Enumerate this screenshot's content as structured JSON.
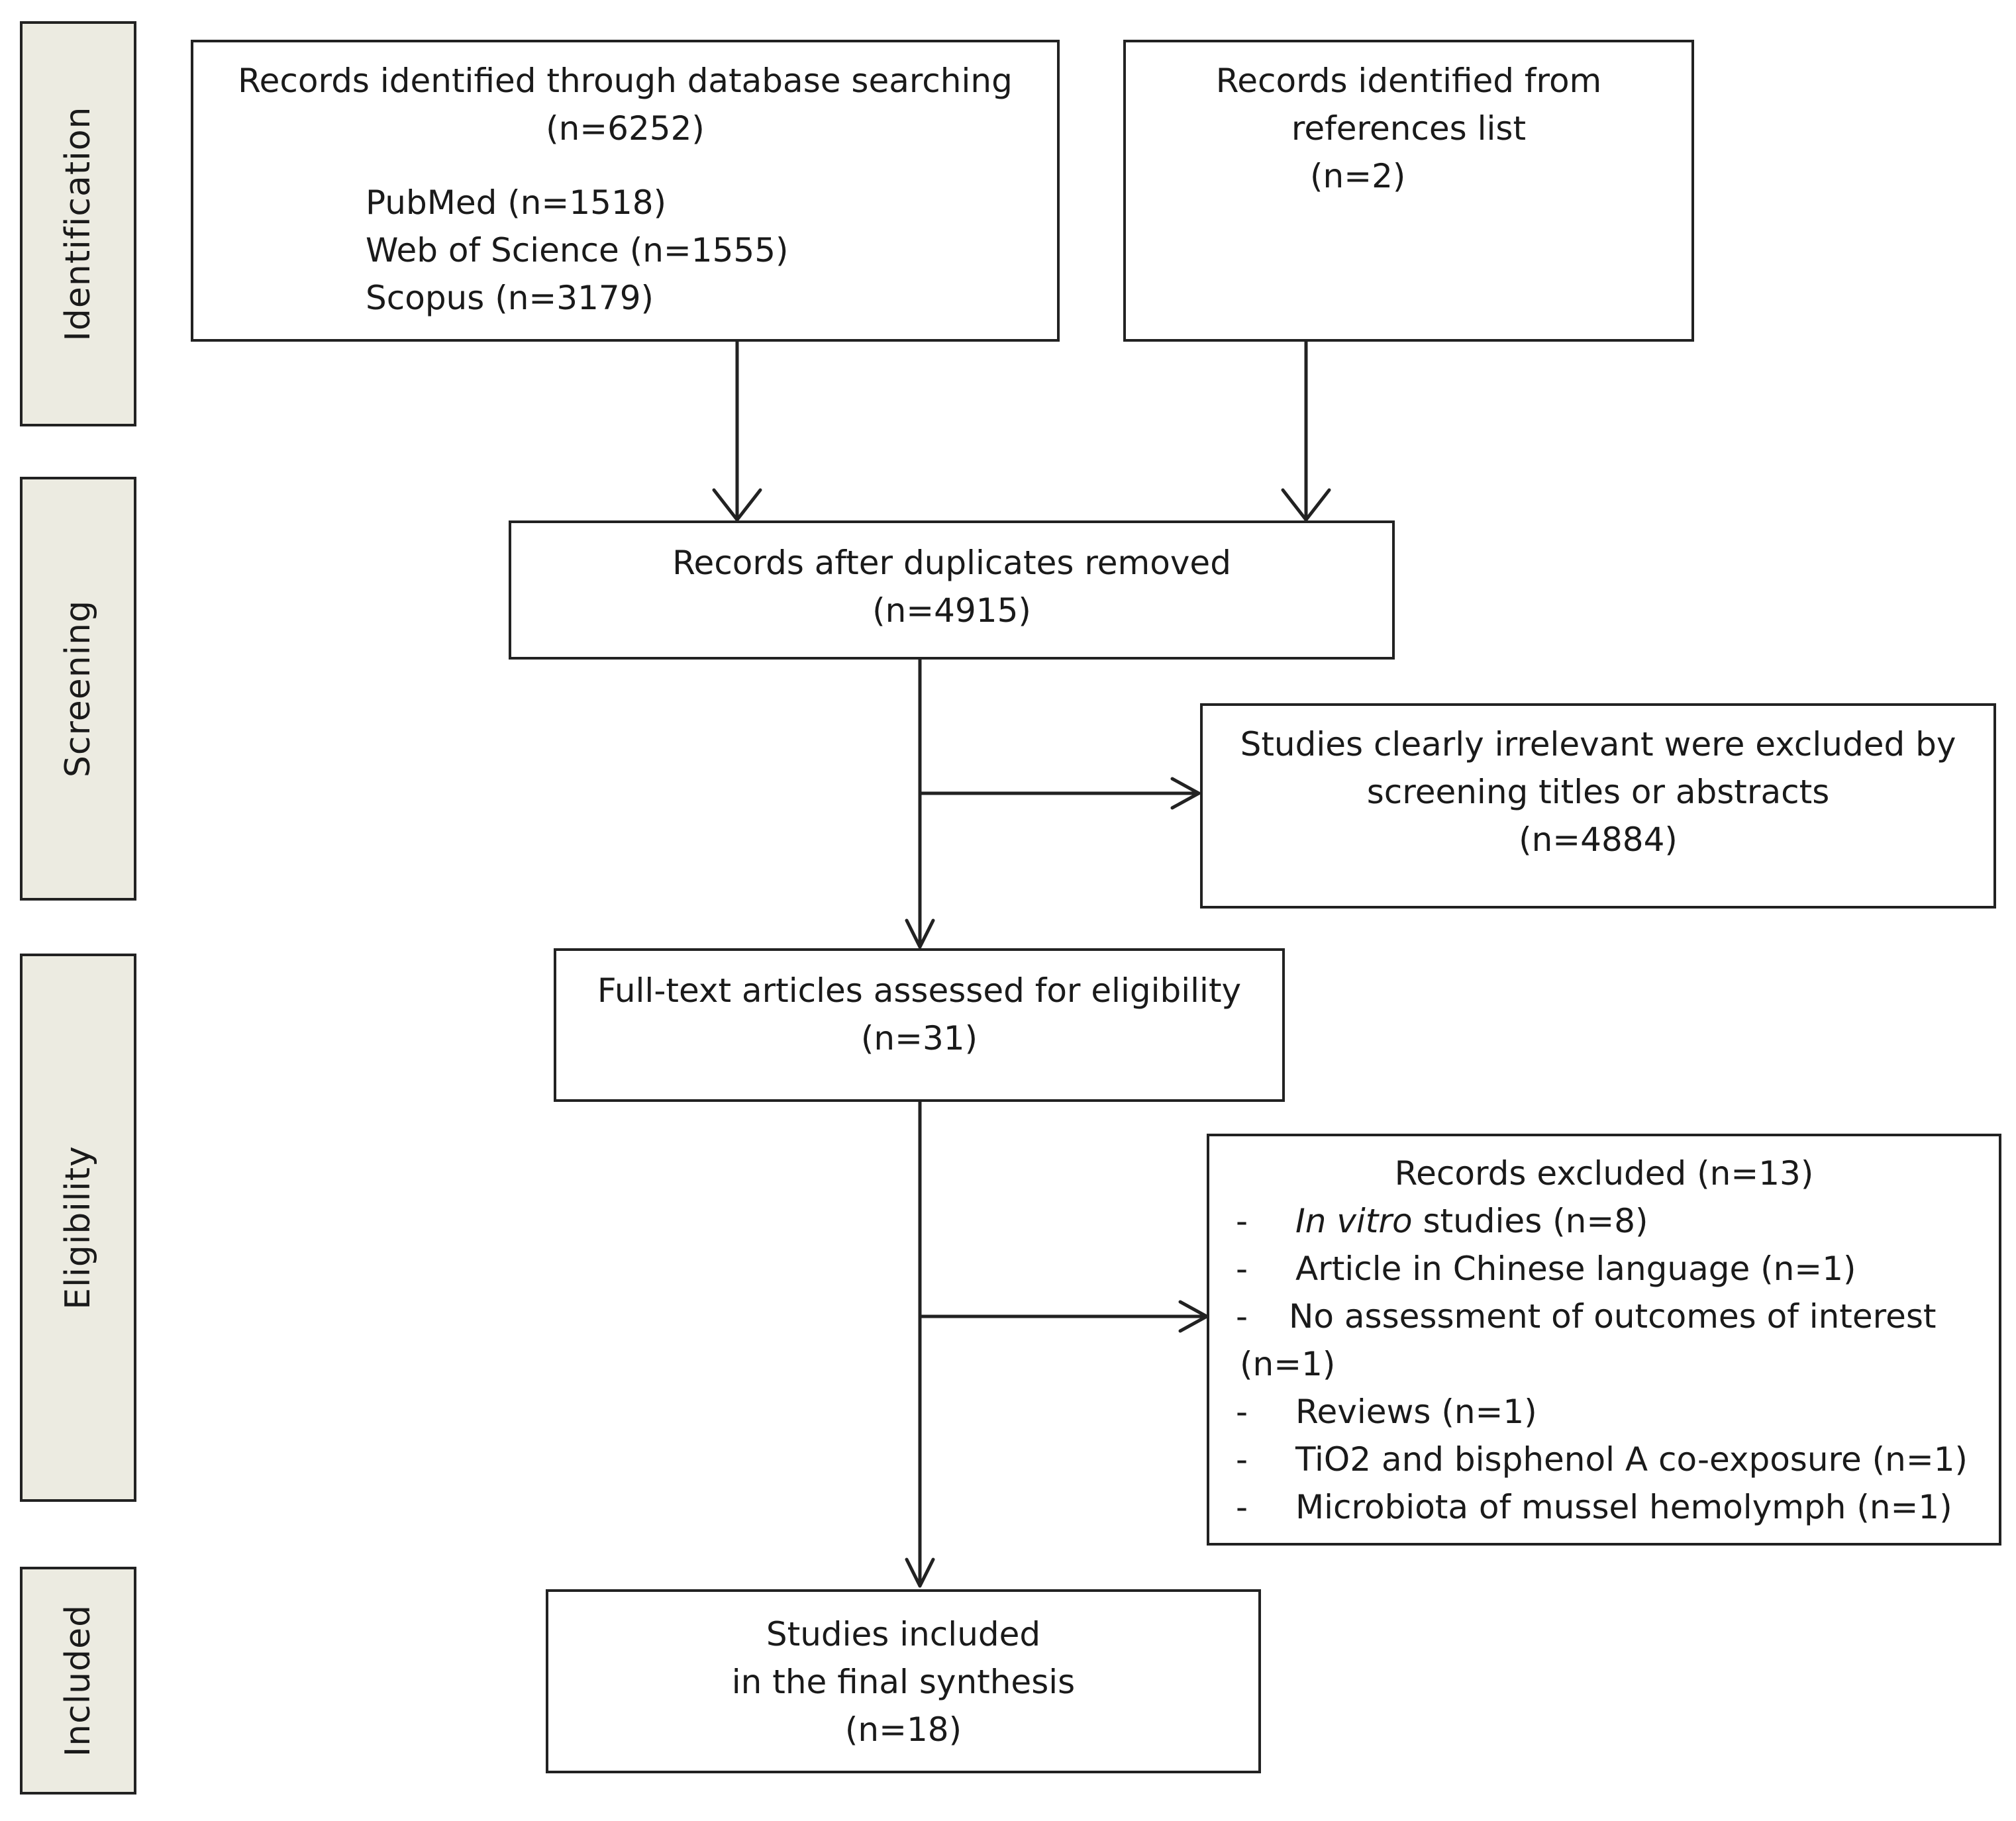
{
  "phases": {
    "identification": "Identification",
    "screening": "Screening",
    "eligibility": "Eligibility",
    "included": "Included"
  },
  "db_search": {
    "title": "Records identified through database searching",
    "count": "(n=6252)",
    "sources": [
      "PubMed (n=1518)",
      "Web of Science (n=1555)",
      "Scopus (n=3179)"
    ]
  },
  "references": {
    "line1": "Records identified from",
    "line2": "references list",
    "count": "(n=2)"
  },
  "dedup": {
    "title": "Records after duplicates removed",
    "count": "(n=4915)"
  },
  "screen_excluded": {
    "line1": "Studies clearly irrelevant were excluded by",
    "line2": "screening titles or abstracts",
    "count": "(n=4884)"
  },
  "fulltext": {
    "title": "Full-text articles assessed for eligibility",
    "count": "(n=31)"
  },
  "excluded": {
    "title": "Records excluded (n=13)",
    "dash": "-",
    "items": [
      {
        "em": "In vitro",
        "rest": " studies (n=8)"
      },
      {
        "text": "Article in Chinese language (n=1)"
      },
      {
        "text": "No assessment of outcomes of interest"
      },
      {
        "text": "(n=1)"
      },
      {
        "text": "Reviews (n=1)"
      },
      {
        "text": "TiO2 and bisphenol A co-exposure (n=1)"
      },
      {
        "text": "Microbiota of mussel hemolymph (n=1)"
      }
    ]
  },
  "included_box": {
    "line1": "Studies included",
    "line2": "in the final synthesis",
    "count": "(n=18)"
  }
}
